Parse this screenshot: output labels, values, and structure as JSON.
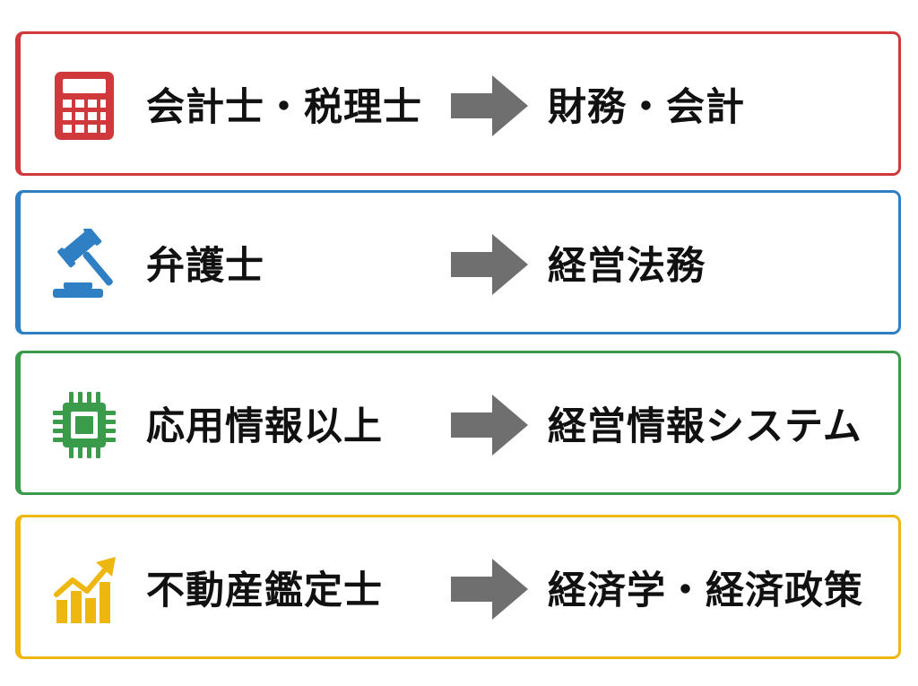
{
  "rows": [
    {
      "qualification": "会計士・税理士",
      "subject": "財務・会計",
      "color": "#D0393B",
      "icon": "calculator-icon"
    },
    {
      "qualification": "弁護士",
      "subject": "経営法務",
      "color": "#2F7FC4",
      "icon": "gavel-icon"
    },
    {
      "qualification": "応用情報以上",
      "subject": "経営情報システム",
      "color": "#3A9B4A",
      "icon": "microchip-icon"
    },
    {
      "qualification": "不動産鑑定士",
      "subject": "経済学・経済政策",
      "color": "#EDB70F",
      "icon": "chart-growth-icon"
    }
  ],
  "arrow_color": "#6F6F6F"
}
